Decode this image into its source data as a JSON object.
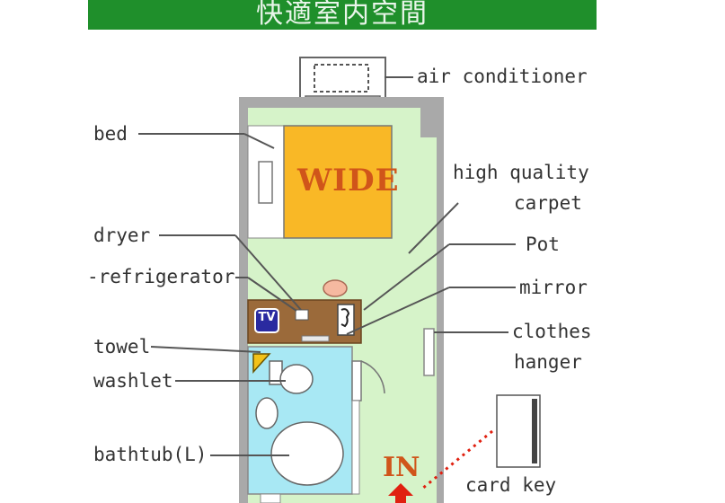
{
  "banner": {
    "title": "快適室内空間"
  },
  "labels": {
    "air_conditioner": "air conditioner",
    "bed": "bed",
    "high_quality": "high quality",
    "carpet": "carpet",
    "dryer": "dryer",
    "refrigerator": "-refrigerator",
    "pot": "Pot",
    "mirror": "mirror",
    "towel": "towel",
    "clothes": "clothes",
    "hanger": "hanger",
    "washlet": "washlet",
    "bathtub": "bathtub(L)",
    "card_key": "card key"
  },
  "room": {
    "bed_text": "WIDE",
    "tv_text": "TV",
    "entrance_text": "IN"
  },
  "colors": {
    "banner": "#1f8f2b",
    "floor": "#d6f3c9",
    "wall": "#a9a9a9",
    "bed": "#f9b826",
    "bed_text": "#d0551a",
    "desk": "#9b6a3a",
    "bath": "#a8e8f4",
    "tv": "#2a2aa0",
    "entrance": "#e02010"
  }
}
